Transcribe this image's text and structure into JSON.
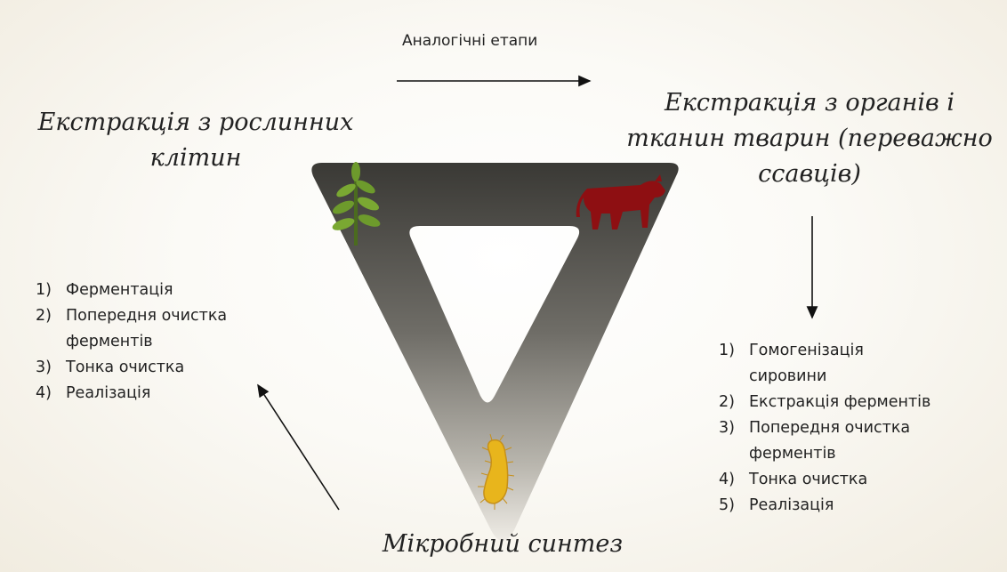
{
  "top_arrow_label": "Аналогічні етапи",
  "left_heading": {
    "line1": "Екстракція з рослинних",
    "line2": "клітин"
  },
  "right_heading": {
    "line1": "Екстракція з органів і",
    "line2": "тканин тварин (переважно",
    "line3": "ссавців)"
  },
  "bottom_heading": "Мікробний синтез",
  "left_steps": [
    {
      "num": "1)",
      "lines": [
        "Ферментація"
      ]
    },
    {
      "num": "2)",
      "lines": [
        "Попередня очистка",
        "ферментів"
      ]
    },
    {
      "num": "3)",
      "lines": [
        "Тонка очистка"
      ]
    },
    {
      "num": "4)",
      "lines": [
        "Реалізація"
      ]
    }
  ],
  "right_steps": [
    {
      "num": "1)",
      "lines": [
        "Гомогенізація",
        "сировини"
      ]
    },
    {
      "num": "2)",
      "lines": [
        "Екстракція ферментів"
      ]
    },
    {
      "num": "3)",
      "lines": [
        "Попередня очистка",
        "ферментів"
      ]
    },
    {
      "num": "4)",
      "lines": [
        "Тонка очистка"
      ]
    },
    {
      "num": "5)",
      "lines": [
        "Реалізація"
      ]
    }
  ],
  "colors": {
    "triangle_top": "#3c3b37",
    "triangle_bottom": "#e7e4dd",
    "plant": "#6d9a2c",
    "animal": "#8e0f12",
    "microbe": "#e6b21b"
  },
  "icons": {
    "plant": "plant-icon",
    "animal": "cow-icon",
    "microbe": "bacterium-icon"
  }
}
